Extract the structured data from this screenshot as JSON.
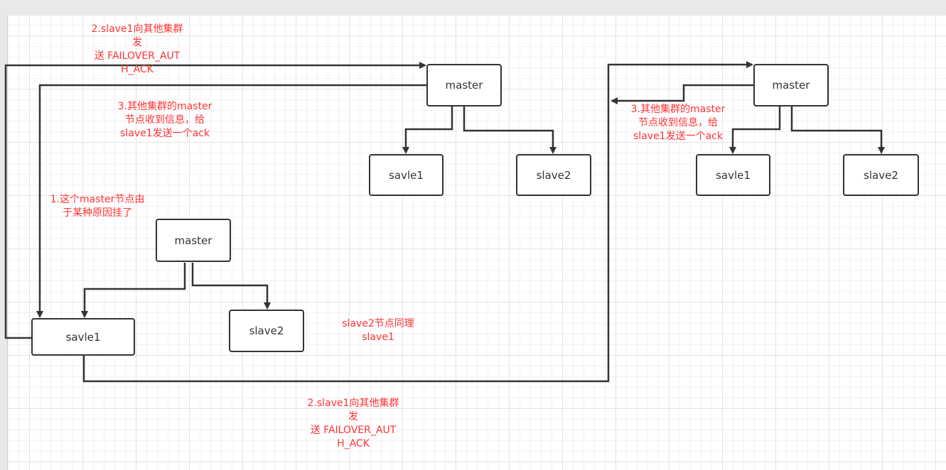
{
  "nodes": {
    "left_master": "master",
    "left_slave1": "savle1",
    "left_slave2": "slave2",
    "mid_master": "master",
    "mid_slave1": "savle1",
    "mid_slave2": "slave2",
    "right_master": "master",
    "right_slave1": "savle1",
    "right_slave2": "slave2"
  },
  "notes": {
    "step2_top": [
      "2.slave1向其他集群",
      "发",
      "送  FAILOVER_AUT",
      "H_ACK"
    ],
    "step3_mid": [
      "3.其他集群的master",
      "节点收到信息，给",
      "slave1发送一个ack"
    ],
    "step1": [
      "1.这个master节点由",
      "于某种原因挂了"
    ],
    "step3_right": [
      "3.其他集群的master",
      "节点收到信息，给",
      "slave1发送一个ack"
    ],
    "slave2_same": [
      "slave2节点同理",
      "slave1"
    ],
    "step2_bottom": [
      "2.slave1向其他集群",
      "发",
      "送  FAILOVER_AUT",
      "H_ACK"
    ]
  },
  "colors": {
    "note": "#ff3333",
    "stroke": "#333333"
  }
}
